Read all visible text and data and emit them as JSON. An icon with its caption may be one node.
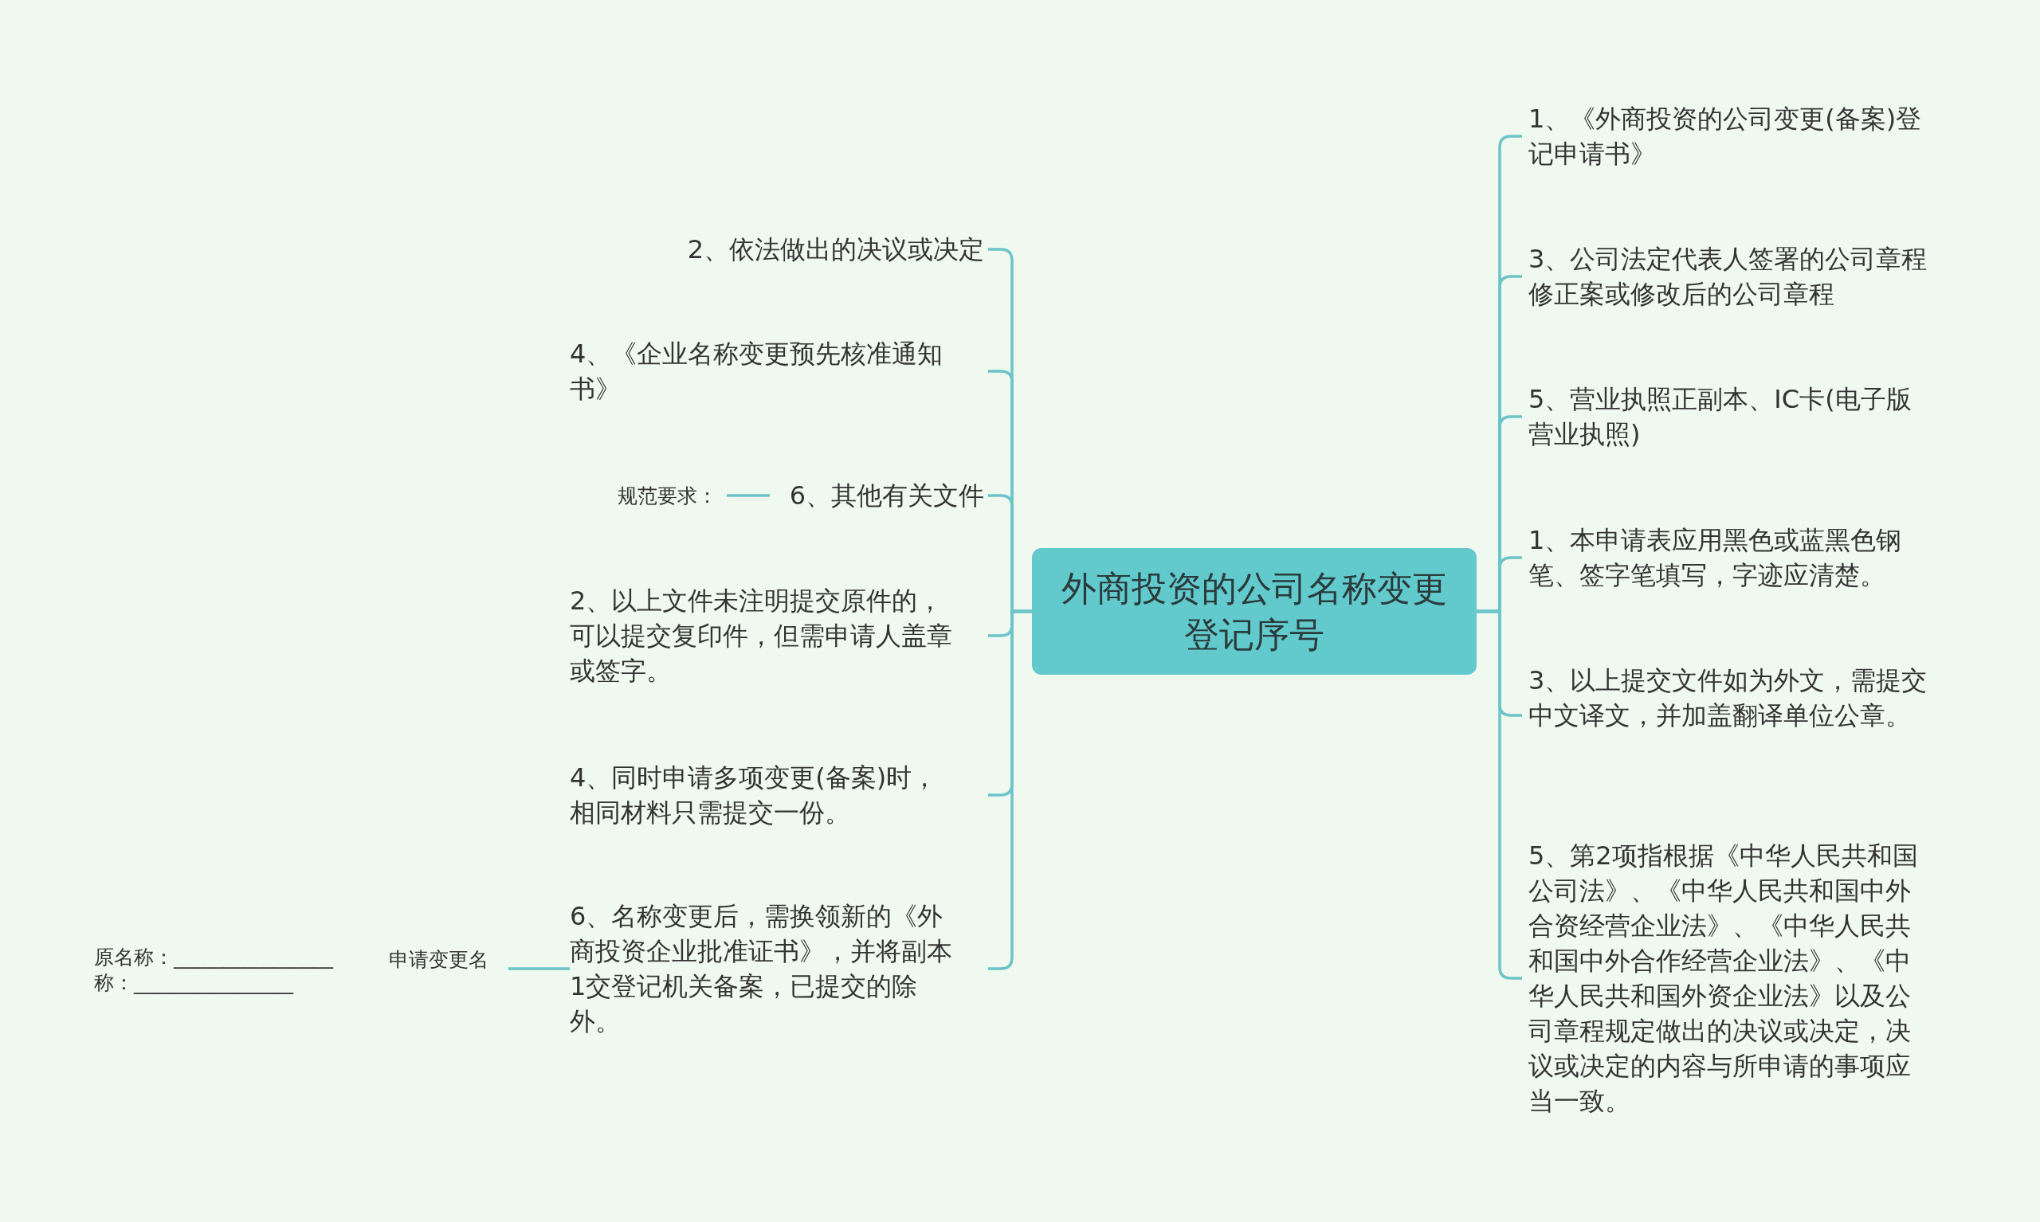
{
  "diagram": {
    "nodes": [
      {
        "text": [
          "外商投资的公司名称变更登记序号"
        ]
      },
      {
        "text": [
          "2、依法做出的决议或决定"
        ]
      },
      {
        "text": [
          "4、《企业名称变更预先核准通知书》"
        ]
      },
      {
        "text": [
          "6、其他有关文件"
        ]
      },
      {
        "text": [
          "规范要求："
        ]
      },
      {
        "text": [
          "2、以上文件未注明提交原件的，可以提交复印件，但需申请人盖章或签字。"
        ]
      },
      {
        "text": [
          "4、同时申请多项变更(备案)时，相同材料只需提交一份。"
        ]
      },
      {
        "text": [
          "6、名称变更后，需换领新的《外商投资企业批准证书》，并将副本1交登记机关备案，已提交的除外。"
        ]
      },
      {
        "text": [
          "申请变更名"
        ],
        "beside": [
          "原名称：________________称：________________"
        ]
      },
      {
        "text": [
          "1、《外商投资的公司变更(备案)登记申请书》"
        ]
      },
      {
        "text": [
          "3、公司法定代表人签署的公司章程修正案或修改后的公司章程"
        ]
      },
      {
        "text": [
          "5、营业执照正副本、IC卡(电子版营业执照)"
        ]
      },
      {
        "text": [
          "1、本申请表应用黑色或蓝黑色钢笔、签字笔填写，字迹应清楚。"
        ]
      },
      {
        "text": [
          "3、以上提交文件如为外文，需提交中文译文，并加盖翻译单位公章。"
        ]
      },
      {
        "text": [
          "5、第2项指根据《中华人民共和国公司法》、《中华人民共和国中外合资经营企业法》、《中华人民共和国中外合作经营企业法》、《中华人民共和国外资企业法》以及公司章程规定做出的决议或决定，决议或决定的内容与所申请的事项应当一致。"
        ]
      }
    ],
    "edges": [
      {
        "from": 0,
        "to": 1,
        "arrow": "none"
      },
      {
        "from": 0,
        "to": 2,
        "arrow": "none"
      },
      {
        "from": 0,
        "to": 3,
        "arrow": "none"
      },
      {
        "from": 3,
        "to": 4,
        "arrow": "none"
      },
      {
        "from": 0,
        "to": 5,
        "arrow": "none"
      },
      {
        "from": 0,
        "to": 6,
        "arrow": "none"
      },
      {
        "from": 0,
        "to": 7,
        "arrow": "none"
      },
      {
        "from": 7,
        "to": 8,
        "arrow": "none"
      },
      {
        "from": 0,
        "to": 9,
        "arrow": "none"
      },
      {
        "from": 0,
        "to": 10,
        "arrow": "none"
      },
      {
        "from": 0,
        "to": 11,
        "arrow": "none"
      },
      {
        "from": 0,
        "to": 12,
        "arrow": "none"
      },
      {
        "from": 0,
        "to": 13,
        "arrow": "none"
      },
      {
        "from": 0,
        "to": 14,
        "arrow": "none"
      }
    ]
  }
}
